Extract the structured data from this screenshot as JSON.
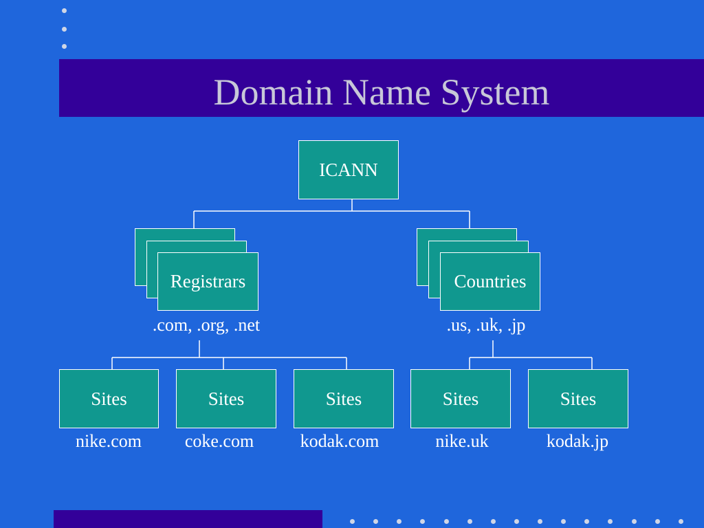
{
  "slide": {
    "title": "Domain Name System"
  },
  "tree": {
    "root": "ICANN",
    "registrars": {
      "label": "Registrars",
      "caption": ".com, .org, .net"
    },
    "countries": {
      "label": "Countries",
      "caption": ".us, .uk, .jp"
    },
    "sites": [
      {
        "label": "Sites",
        "caption": "nike.com"
      },
      {
        "label": "Sites",
        "caption": "coke.com"
      },
      {
        "label": "Sites",
        "caption": "kodak.com"
      },
      {
        "label": "Sites",
        "caption": "nike.uk"
      },
      {
        "label": "Sites",
        "caption": "kodak.jp"
      }
    ]
  },
  "colors": {
    "background": "#1f66dc",
    "title_bar": "#330099",
    "box_fill": "#10988f",
    "text": "#ffffff",
    "title_text": "#c8c8d8"
  }
}
